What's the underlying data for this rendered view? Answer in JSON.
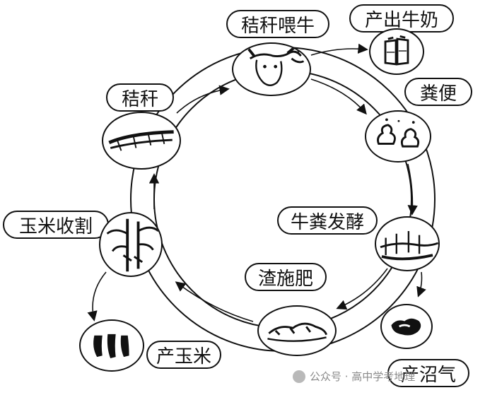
{
  "labels": {
    "cow_feeding": "秸秆喂牛",
    "milk": "产出牛奶",
    "dung": "粪便",
    "fermentation": "牛粪发酵",
    "biogas": "产沼气",
    "residue_fertilizer": "渣施肥",
    "corn_harvest": "玉米收割",
    "straw": "秸秆",
    "corn": "产玉米"
  },
  "watermark": {
    "text": "公众号 · 高中学考地理",
    "icon": "wechat-icon"
  }
}
